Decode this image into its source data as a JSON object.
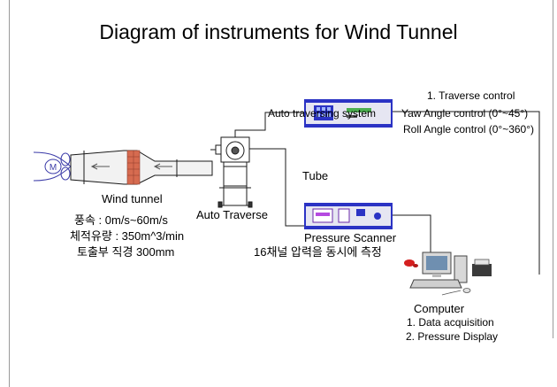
{
  "title": "Diagram of instruments for Wind Tunnel",
  "wind_tunnel": {
    "label": "Wind tunnel",
    "specs": [
      "풍속 : 0m/s~60m/s",
      "체적유량 : 350m^3/min",
      "토출부 직경 300mm"
    ],
    "motor_label": "M"
  },
  "auto_traverse": {
    "label": "Auto Traverse"
  },
  "tube": {
    "label": "Tube"
  },
  "auto_traversing_system": {
    "label": "Auto traversing system",
    "controls": [
      "1. Traverse control",
      "Yaw Angle control (0°~45°)",
      "Roll Angle control (0°~360°)"
    ]
  },
  "pressure_scanner": {
    "label": "Pressure Scanner",
    "note": "16채널 압력을 동시에 측정"
  },
  "computer": {
    "label": "Computer",
    "functions": [
      "1. Data acquisition",
      "2. Pressure Display"
    ]
  },
  "colors": {
    "line": "#1a1a1a",
    "device_blue": "#2b33c4",
    "device_panel": "#e6e6f2",
    "tunnel_fill": "#f2f2f2",
    "honeycomb": "#d66b50",
    "frame_border": "#9a9a9a"
  }
}
